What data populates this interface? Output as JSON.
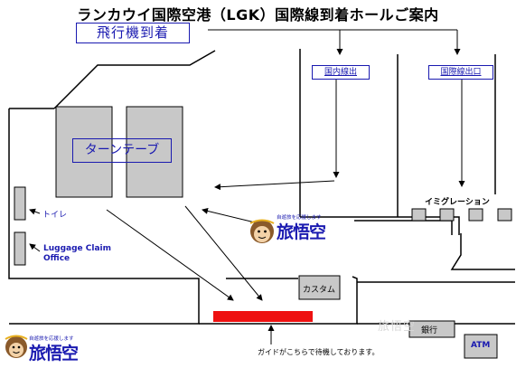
{
  "title": "ランカウイ国際空港（LGK）国際線到着ホールご案内",
  "arrival_label": "飛行機到着",
  "signs": {
    "domestic_exit": "国内線出",
    "international_exit": "国際線出口"
  },
  "turntable_label": "ターンテーブ",
  "immigration_label": "イミグレーション",
  "toilet_label": "トイレ",
  "luggage_claim": {
    "line1": "Luggage Claim",
    "line2": "Office"
  },
  "customs_label": "カスタム",
  "bank_label": "銀行",
  "atm_label": "ATM",
  "guide_note": "ガイドがこちらで待機しております。",
  "logo": {
    "tagline": "自遊旅を応援します",
    "name": "旅悟空"
  },
  "watermark": "旅悟空",
  "colors": {
    "text_blue": "#1a1ab0",
    "carousel_gray": "#c8c8c8",
    "waiting_red": "#ee1111",
    "logo_blue": "#1a1ab0"
  }
}
